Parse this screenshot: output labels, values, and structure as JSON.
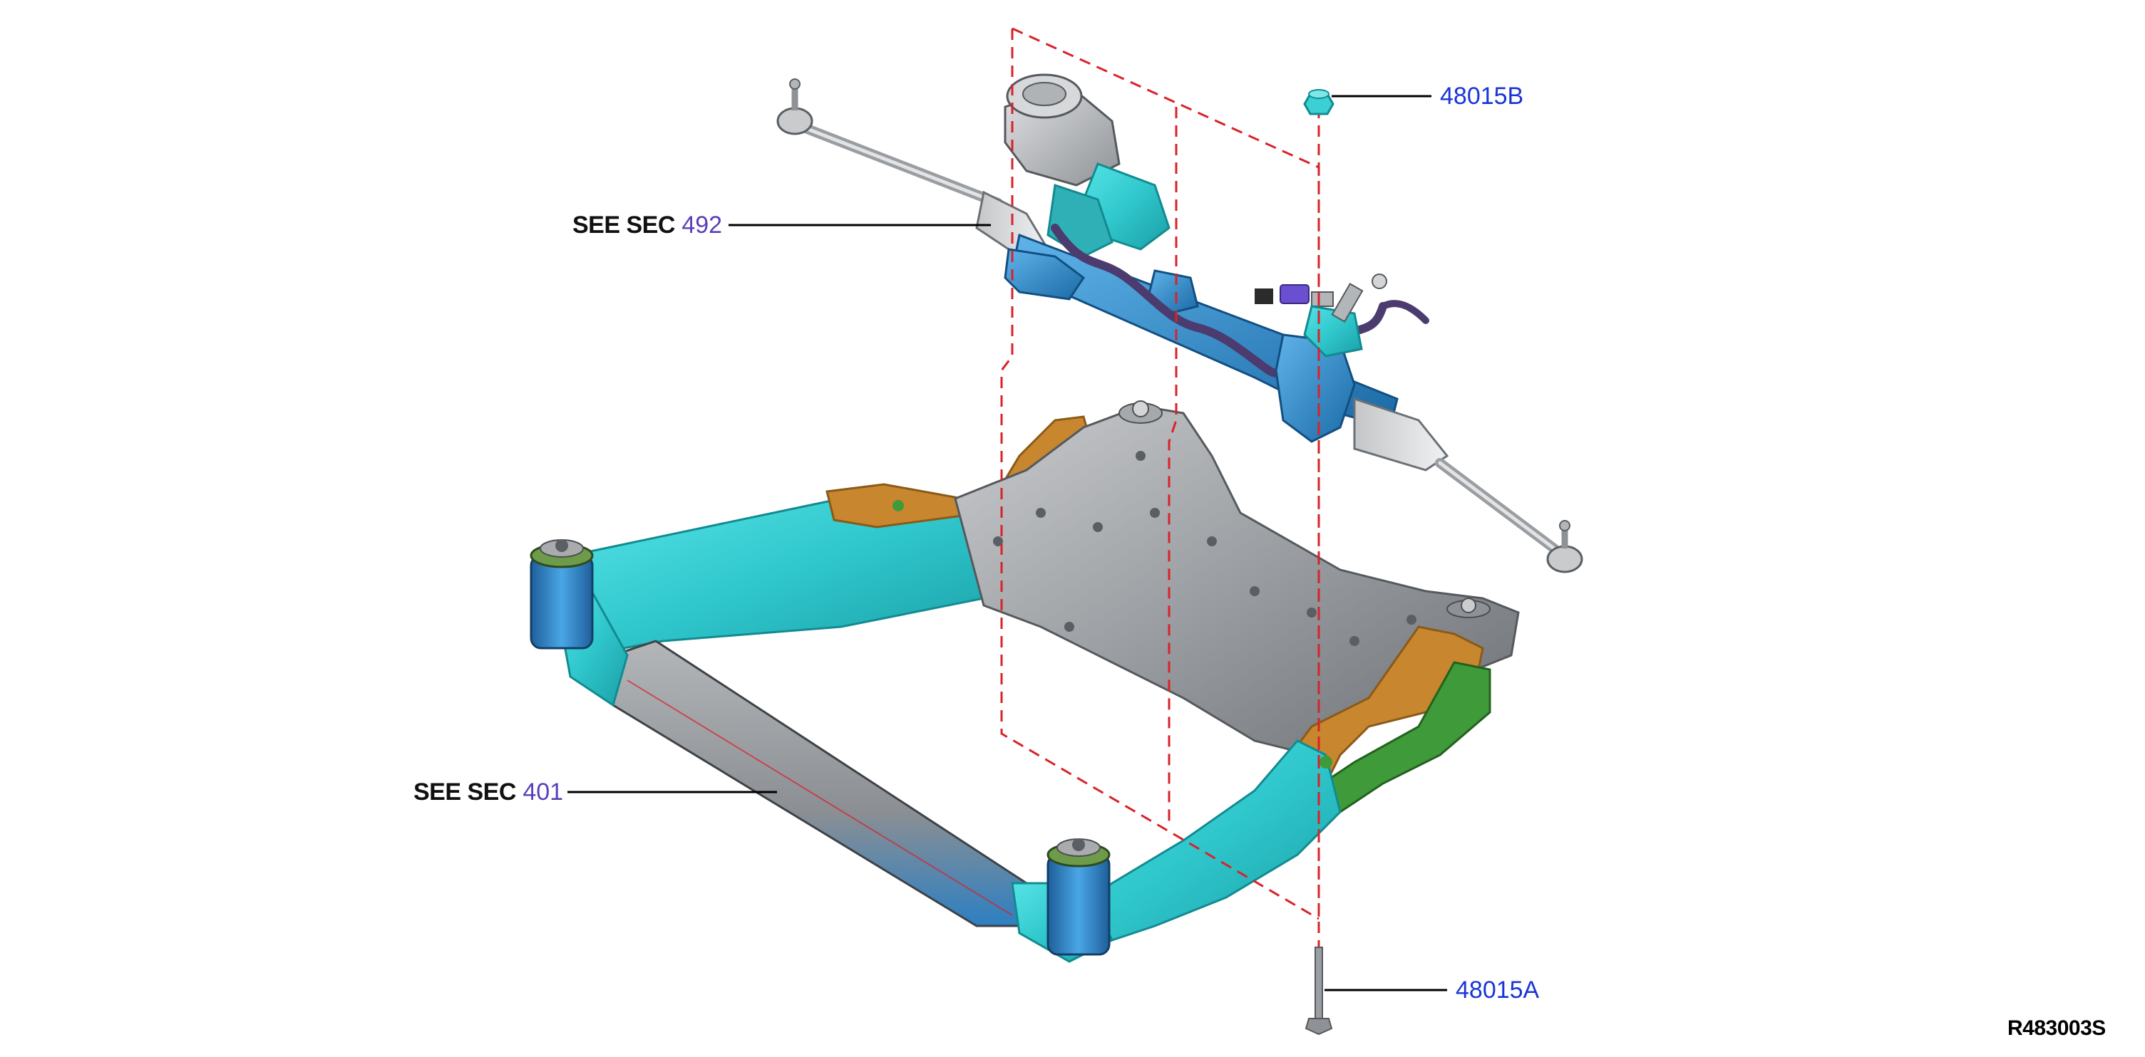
{
  "callouts": {
    "see_sec_492": {
      "prefix": "SEE SEC",
      "number": "492"
    },
    "see_sec_401": {
      "prefix": "SEE SEC",
      "number": "401"
    },
    "part_48015B": "48015B",
    "part_48015A": "48015A"
  },
  "figure_ref": "R483003S",
  "colors": {
    "part_link": "#1a35d6",
    "section_link": "#5a3fb8",
    "label_text": "#111111",
    "leader": "#000000",
    "phantom_line": "#d8232a",
    "frame_cyan": "#3ad0d4",
    "frame_gray": "#9a9da1",
    "rack_blue": "#2e8fd0",
    "bracket_orange": "#c8862e",
    "bracket_green": "#3f9a3a",
    "motor_gray": "#b9bcbf",
    "harness_purple": "#4c3b6e"
  },
  "icons": {
    "nut": "hex-nut-icon",
    "bolt": "bolt-icon"
  }
}
